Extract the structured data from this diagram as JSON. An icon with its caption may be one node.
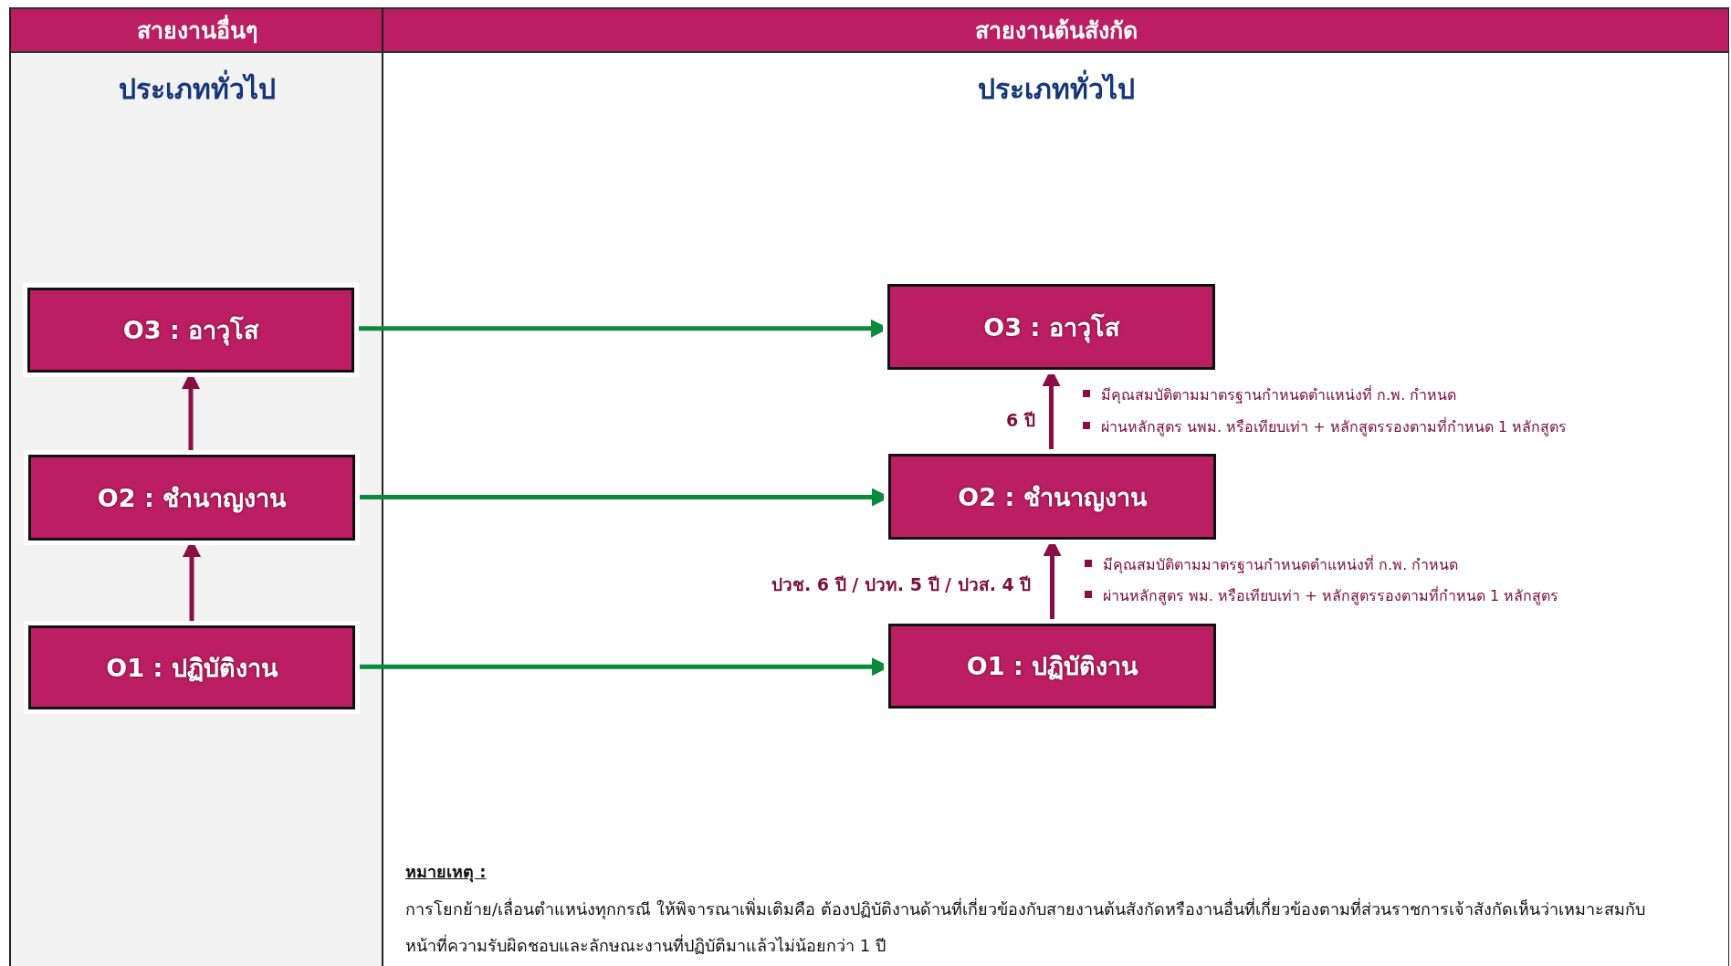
{
  "diagram": {
    "nodes": [
      {
        "text": [
          "สายงานอื่นๆ",
          "ประเภททั่วไป"
        ]
      },
      {
        "text": [
          "สายงานต้นสังกัด",
          "ประเภททั่วไป"
        ]
      },
      {
        "text": [
          "O3 : อาวุโส"
        ],
        "in": 0
      },
      {
        "text": [
          "O2 : ชำนาญงาน"
        ],
        "in": 0
      },
      {
        "text": [
          "O1 : ปฏิบัติงาน"
        ],
        "in": 0
      },
      {
        "text": [
          "O3 : อาวุโส"
        ],
        "in": 1
      },
      {
        "text": [
          "O2 : ชำนาญงาน"
        ],
        "in": 1
      },
      {
        "text": [
          "O1 : ปฏิบัติงาน"
        ],
        "in": 1
      }
    ],
    "edges": [
      {
        "from": 4,
        "to": 3,
        "arrow": "to"
      },
      {
        "from": 3,
        "to": 2,
        "arrow": "to"
      },
      {
        "from": 2,
        "to": 5,
        "arrow": "to",
        "color": "#0b8a3c"
      },
      {
        "from": 3,
        "to": 6,
        "arrow": "to",
        "color": "#0b8a3c"
      },
      {
        "from": 4,
        "to": 7,
        "arrow": "to",
        "color": "#0b8a3c"
      },
      {
        "from": 6,
        "to": 5,
        "arrow": "to",
        "label": "6 ปี"
      },
      {
        "from": 7,
        "to": 6,
        "arrow": "to",
        "label": "ปวช. 6 ปี / ปวท. 5 ปี / ปวส. 4 ปี"
      }
    ],
    "labels": [
      "มีคุณสมบัติตามมาตรฐานกำหนดตำแหน่งที่ ก.พ. กำหนด",
      "ผ่านหลักสูตร นพม. หรือเทียบเท่า + หลักสูตรรองตามที่กำหนด 1 หลักสูตร",
      "มีคุณสมบัติตามมาตรฐานกำหนดตำแหน่งที่ ก.พ. กำหนด",
      "ผ่านหลักสูตร พม. หรือเทียบเท่า + หลักสูตรรองตามที่กำหนด 1 หลักสูตร",
      "หมายเหตุ :",
      "การโยกย้าย/เลื่อนตำแหน่งทุกกรณี ให้พิจารณาเพิ่มเติมคือ ต้องปฏิบัติงานด้านที่เกี่ยวข้องกับสายงานต้นสังกัดหรืองานอื่นที่เกี่ยวข้องตามที่ส่วนราชการเจ้าสังกัดเห็นว่าเหมาะสมกับหน้าที่ความรับผิดชอบและลักษณะงานที่ปฏิบัติมาแล้วไม่น้อยกว่า 1 ปี"
    ]
  }
}
